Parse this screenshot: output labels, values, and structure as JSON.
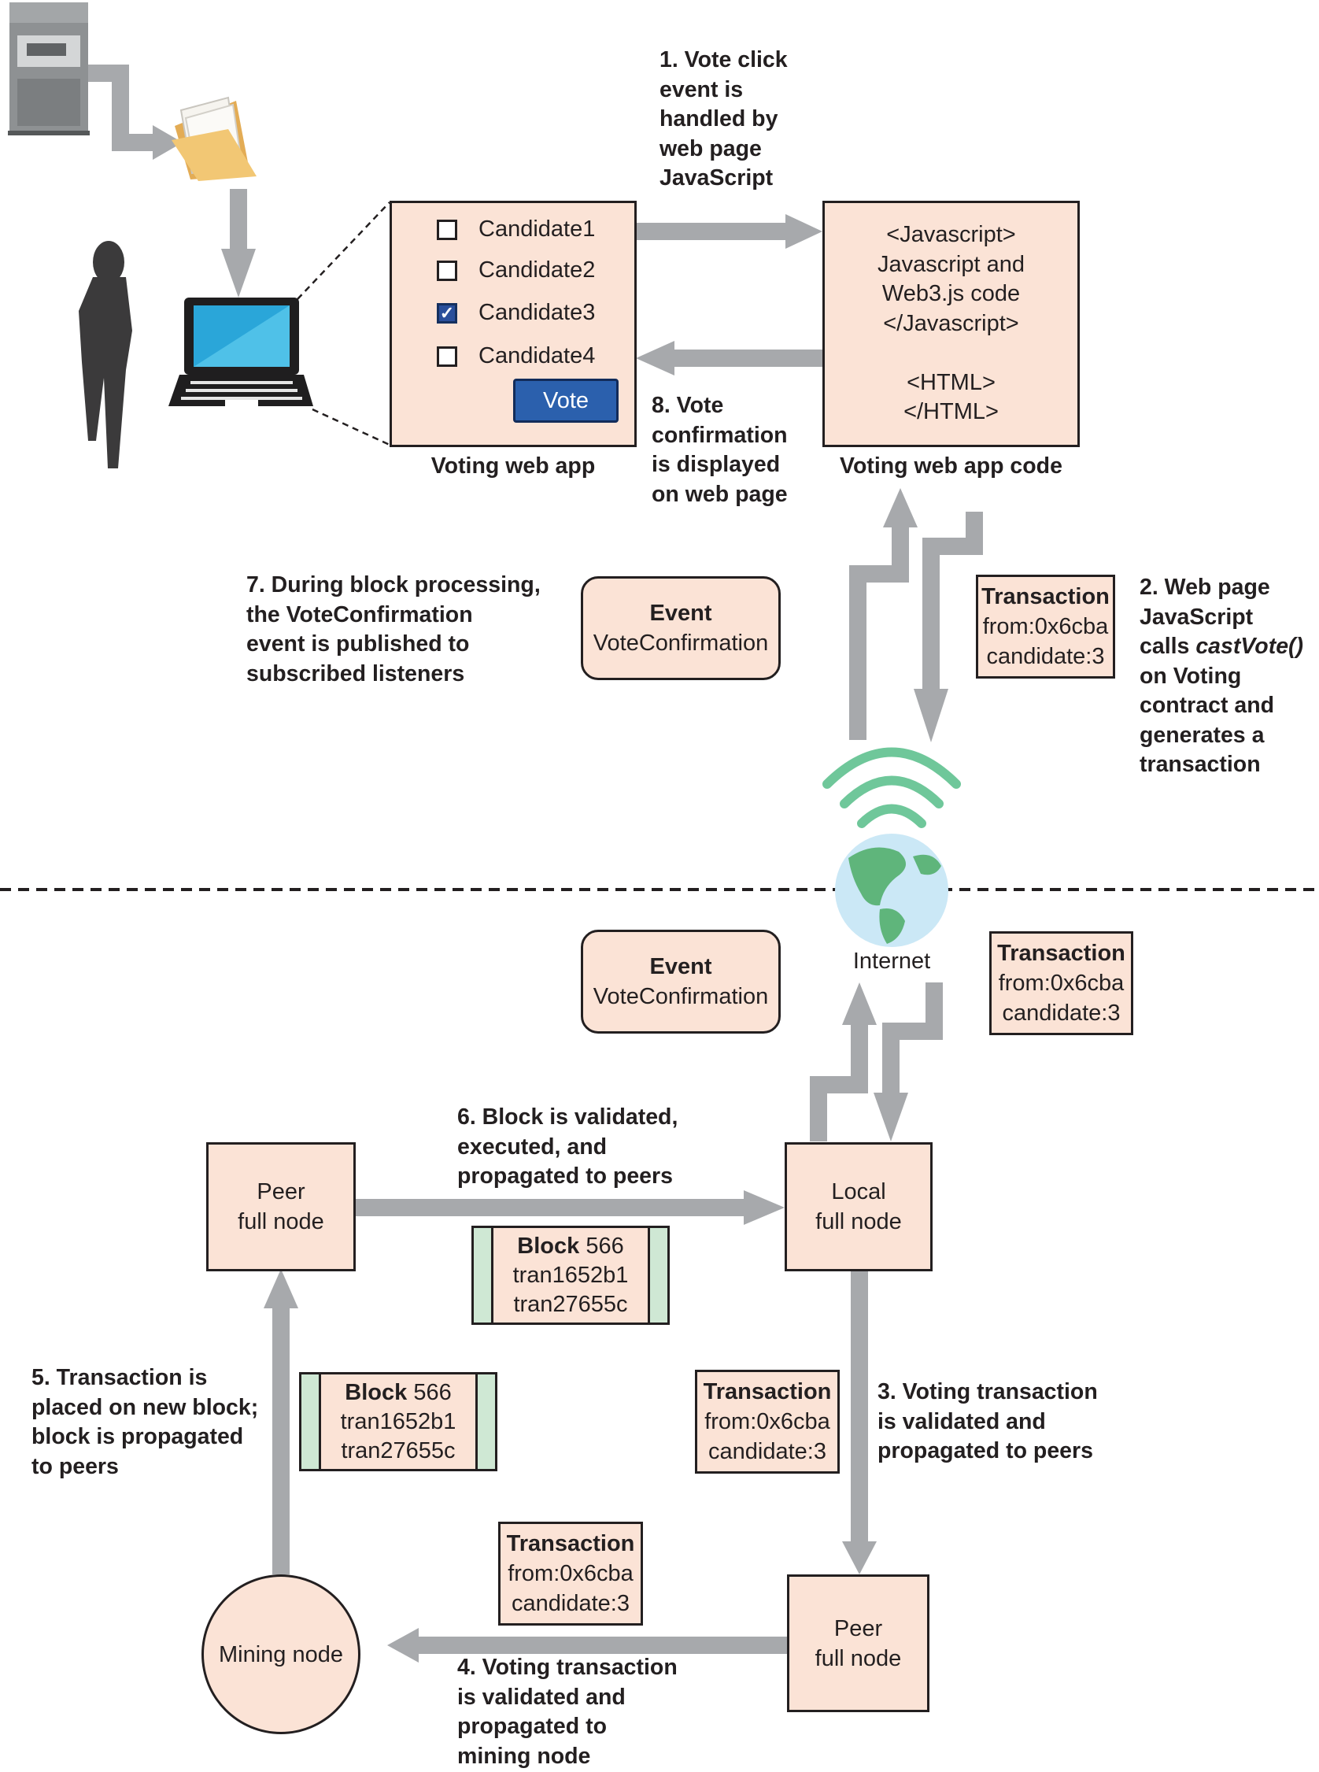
{
  "voting_app": {
    "candidates": [
      {
        "label": "Candidate1",
        "checked": false
      },
      {
        "label": "Candidate2",
        "checked": false
      },
      {
        "label": "Candidate3",
        "checked": true
      },
      {
        "label": "Candidate4",
        "checked": false
      }
    ],
    "vote_button": "Vote",
    "caption": "Voting web app",
    "check_glyph": "✓"
  },
  "app_code": {
    "lines": [
      "<Javascript>",
      "Javascript and",
      "Web3.js code",
      "</Javascript>",
      "",
      "<HTML>",
      "</HTML>"
    ],
    "caption": "Voting web app code"
  },
  "steps": {
    "s1": [
      "1. Vote click",
      "event is",
      "handled by",
      "web page",
      "JavaScript"
    ],
    "s2_line1": "2. Web page",
    "s2_line2": "JavaScript",
    "s2_calls": "calls ",
    "s2_fn": "castVote()",
    "s2_rest": [
      "on Voting",
      "contract and",
      "generates a",
      "transaction"
    ],
    "s3": [
      "3. Voting transaction",
      "is validated and",
      "propagated to peers"
    ],
    "s4": [
      "4. Voting transaction",
      "is validated and",
      "propagated to",
      "mining node"
    ],
    "s5": [
      "5. Transaction is",
      "placed on new block;",
      "block is propagated",
      "to peers"
    ],
    "s6": [
      "6. Block is validated,",
      "executed, and",
      "propagated to peers"
    ],
    "s7": [
      "7. During block processing,",
      "the VoteConfirmation",
      "event is published to",
      "subscribed listeners"
    ],
    "s8": [
      "8. Vote",
      "confirmation",
      "is displayed",
      "on web page"
    ]
  },
  "event": {
    "title": "Event",
    "name": "VoteConfirmation"
  },
  "transaction": {
    "title": "Transaction",
    "from": "from:0x6cba",
    "candidate": "candidate:3"
  },
  "block": {
    "title": "Block",
    "number": "566",
    "tx1": "tran1652b1",
    "tx2": "tran27655c"
  },
  "nodes": {
    "peer_top": [
      "Peer",
      "full node"
    ],
    "local": [
      "Local",
      "full node"
    ],
    "peer_bottom": [
      "Peer",
      "full node"
    ],
    "mining": "Mining node"
  },
  "internet_label": "Internet",
  "colors": {
    "box_fill": "#fbe3d6",
    "arrow_gray": "#a7a9ac",
    "stroke": "#231f20",
    "block_stripe": "#cfe8d4",
    "vote_button": "#2b60ad",
    "wifi_green": "#6fc79a",
    "globe_blue": "#cbe8f6",
    "land_green": "#5fb57b"
  },
  "icons": [
    "server-icon",
    "folder-icon",
    "laptop-icon",
    "person-silhouette-icon",
    "wifi-icon",
    "globe-icon"
  ]
}
